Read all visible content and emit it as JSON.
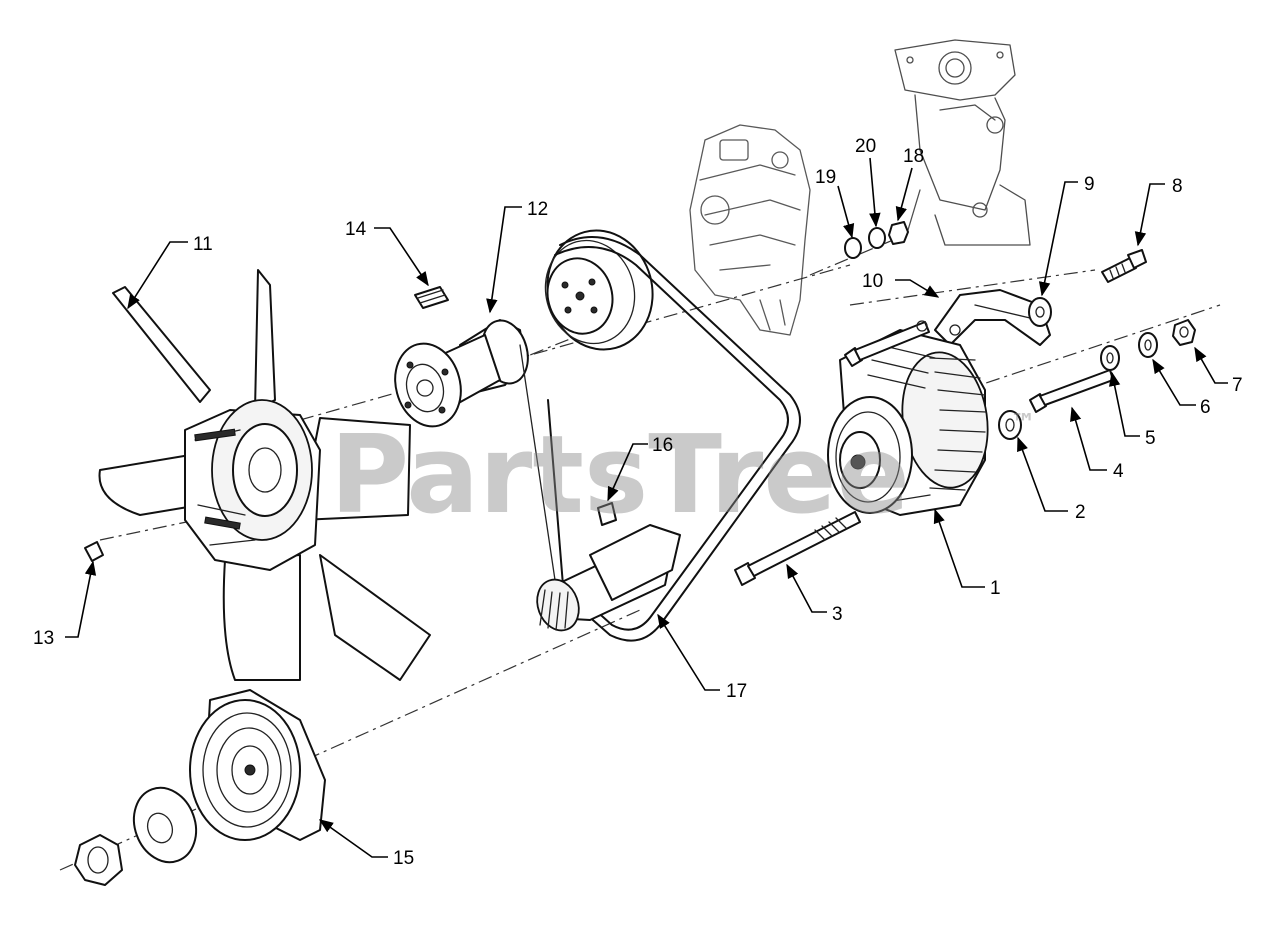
{
  "watermark": "PartsTree",
  "watermark_mark": "™",
  "callouts": [
    {
      "id": "c1",
      "label": "1"
    },
    {
      "id": "c2",
      "label": "2"
    },
    {
      "id": "c3",
      "label": "3"
    },
    {
      "id": "c4",
      "label": "4"
    },
    {
      "id": "c5",
      "label": "5"
    },
    {
      "id": "c6",
      "label": "6"
    },
    {
      "id": "c7",
      "label": "7"
    },
    {
      "id": "c8",
      "label": "8"
    },
    {
      "id": "c9",
      "label": "9"
    },
    {
      "id": "c10",
      "label": "10"
    },
    {
      "id": "c11",
      "label": "11"
    },
    {
      "id": "c12",
      "label": "12"
    },
    {
      "id": "c13",
      "label": "13"
    },
    {
      "id": "c14",
      "label": "14"
    },
    {
      "id": "c15",
      "label": "15"
    },
    {
      "id": "c16",
      "label": "16"
    },
    {
      "id": "c17",
      "label": "17"
    },
    {
      "id": "c18",
      "label": "18"
    },
    {
      "id": "c19",
      "label": "19"
    },
    {
      "id": "c20",
      "label": "20"
    }
  ]
}
